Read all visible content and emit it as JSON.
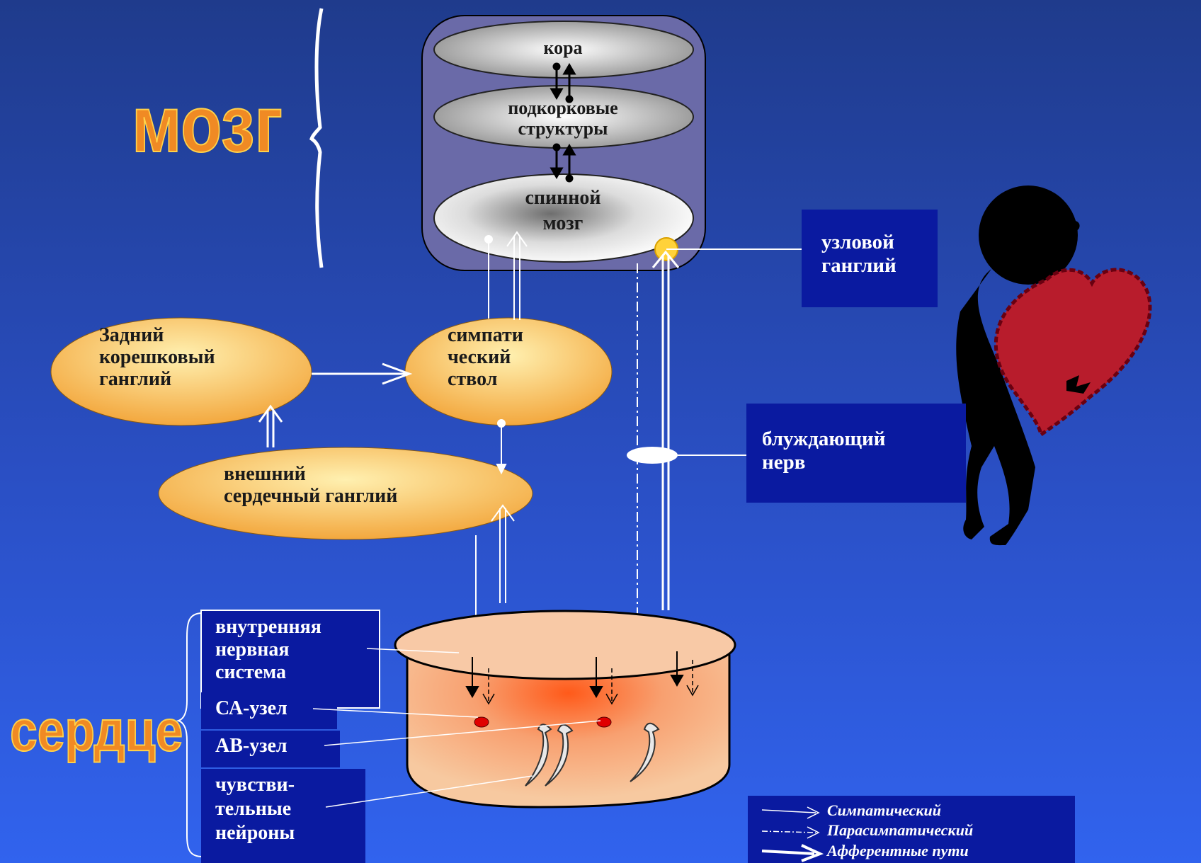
{
  "titles": {
    "brain": "мозг",
    "heart": "сердце"
  },
  "brain_layers": {
    "cortex": "кора",
    "subcortical": [
      "подкорковые",
      "структуры"
    ],
    "spinal_cord": [
      "спинной",
      "мозг"
    ]
  },
  "ganglia": {
    "dorsal_root": [
      "Задний",
      "корешковый",
      "ганглий"
    ],
    "sympathetic_trunk": [
      "симпати",
      "ческий",
      "ствол"
    ],
    "external_cardiac": [
      "внешний",
      "сердечный ганглий"
    ]
  },
  "side_boxes": {
    "nodose_ganglion": [
      "узловой",
      "ганглий"
    ],
    "vagus_nerve": [
      "блуждающий",
      "нерв"
    ]
  },
  "heart_parts": {
    "intrinsic_system": [
      "внутренняя",
      "нервная",
      "система"
    ],
    "sa_node": "СА-узел",
    "av_node": "АВ-узел",
    "sensory_neurons": [
      "чувстви-",
      "тельные",
      "нейроны"
    ]
  },
  "legend": {
    "sympathetic": "Симпатический",
    "parasympathetic": "Парасимпатический",
    "afferent": "Афферентные пути"
  },
  "colors": {
    "background": "#2a4fc4",
    "title_orange": "#f08a24",
    "ganglion_fill": "#f5b040",
    "box_navy": "#0a1aa0",
    "heart_pink": "#f7c29a"
  }
}
